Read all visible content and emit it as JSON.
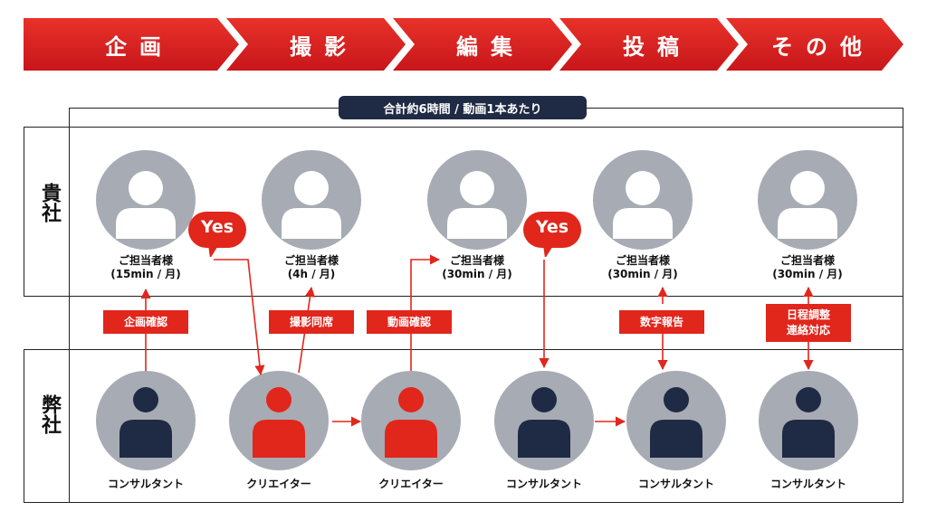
{
  "phases": [
    "企画",
    "撮影",
    "編集",
    "投稿",
    "その他"
  ],
  "summary_badge": "合計約6時間 / 動画1本あたり",
  "rows": {
    "client": "貴社",
    "company": "弊社"
  },
  "client_people": [
    {
      "name": "ご担当者様",
      "time": "(15min / 月)"
    },
    {
      "name": "ご担当者様",
      "time": "(4h / 月)"
    },
    {
      "name": "ご担当者様",
      "time": "(30min / 月)"
    },
    {
      "name": "ご担当者様",
      "time": "(30min / 月)"
    },
    {
      "name": "ご担当者様",
      "time": "(30min / 月)"
    }
  ],
  "company_people": [
    "コンサルタント",
    "クリエイター",
    "クリエイター",
    "コンサルタント",
    "コンサルタント",
    "コンサルタント"
  ],
  "tasks": [
    "企画確認",
    "撮影同席",
    "動画確認",
    "数字報告",
    "日程調整\n連絡対応"
  ],
  "yes_label": "Yes",
  "colors": {
    "accent_red": "#e1261c",
    "navy": "#1f2a44",
    "gray": "#a7abb3"
  }
}
